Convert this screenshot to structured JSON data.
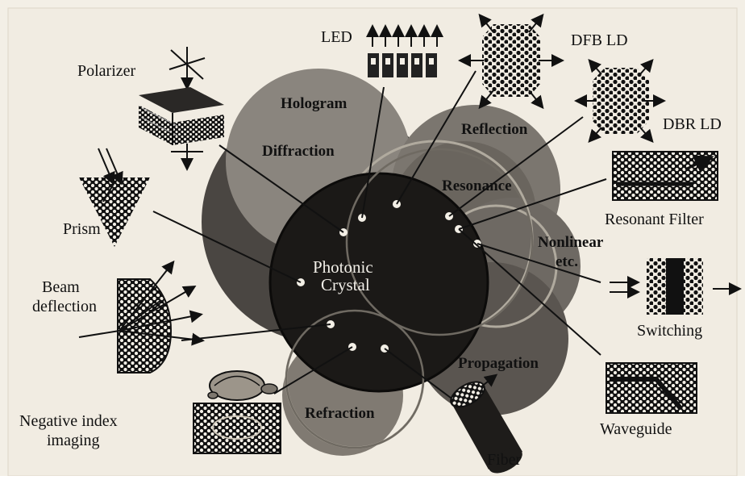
{
  "diagram": {
    "center": {
      "line1": "Photonic",
      "line2": "Crystal"
    },
    "regions": {
      "hologram": "Hologram",
      "diffraction": "Diffraction",
      "reflection": "Reflection",
      "resonance": "Resonance",
      "nonlinear": "Nonlinear",
      "etc": "etc.",
      "propagation": "Propagation",
      "refraction": "Refraction"
    },
    "applications": {
      "polarizer": "Polarizer",
      "led": "LED",
      "dfb_ld": "DFB LD",
      "dbr_ld": "DBR LD",
      "prism": "Prism",
      "resonant_filter": "Resonant Filter",
      "beam_line1": "Beam",
      "beam_line2": "deflection",
      "switching": "Switching",
      "waveguide": "Waveguide",
      "neg_line1": "Negative index",
      "neg_line2": "imaging",
      "fiber": "Fiber"
    },
    "colors": {
      "background": "#f3efe6",
      "center_disc": "#1b1917",
      "large_disc": "#4a4642",
      "ring_light": "#c8c3b8"
    }
  }
}
